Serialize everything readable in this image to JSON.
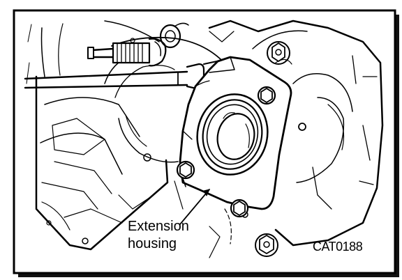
{
  "callout": {
    "line1": "Extension",
    "line2": "housing"
  },
  "figure_code": "CAT0188",
  "colors": {
    "ink": "#000000",
    "paper": "#ffffff",
    "shadow": "#111111"
  }
}
